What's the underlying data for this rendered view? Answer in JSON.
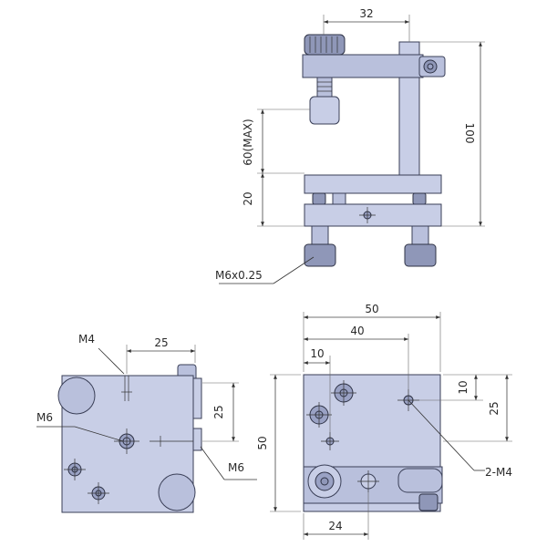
{
  "side_view": {
    "dim_32": "32",
    "dim_100": "100",
    "dim_60max": "60(MAX)",
    "dim_20": "20",
    "thread_label": "M6x0.25"
  },
  "left_view": {
    "m4_label": "M4",
    "dim_25_top": "25",
    "dim_25_right": "25",
    "m6_left_label": "M6",
    "m6_right_label": "M6"
  },
  "right_view": {
    "dim_50_top": "50",
    "dim_40": "40",
    "dim_10_top": "10",
    "dim_10_right": "10",
    "dim_25_right": "25",
    "dim_50_left": "50",
    "dim_24": "24",
    "holes_label": "2-M4"
  }
}
